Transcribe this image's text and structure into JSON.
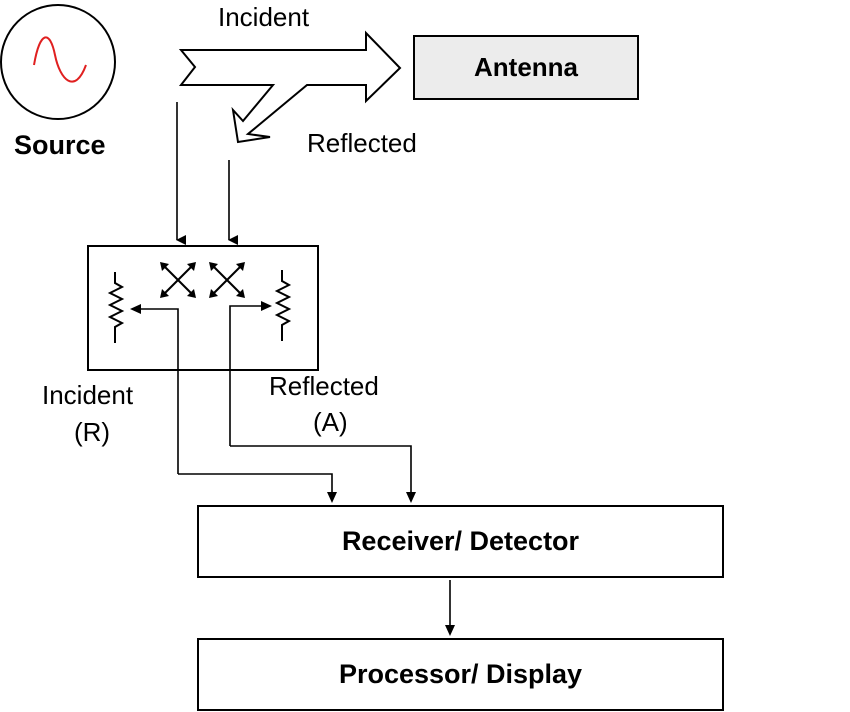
{
  "title": "Network analyzer reflection measurement block diagram",
  "source": {
    "label": "Source",
    "waveform_color": "#e02020"
  },
  "main_arrow": {
    "incident_label": "Incident",
    "reflected_label": "Reflected"
  },
  "antenna": {
    "label": "Antenna",
    "fill": "#ececec"
  },
  "coupler": {
    "incident_output_label": "Incident",
    "incident_output_sub": "(R)",
    "reflected_output_label": "Reflected",
    "reflected_output_sub": "(A)"
  },
  "receiver": {
    "label": "Receiver/ Detector"
  },
  "processor": {
    "label": "Processor/ Display"
  }
}
